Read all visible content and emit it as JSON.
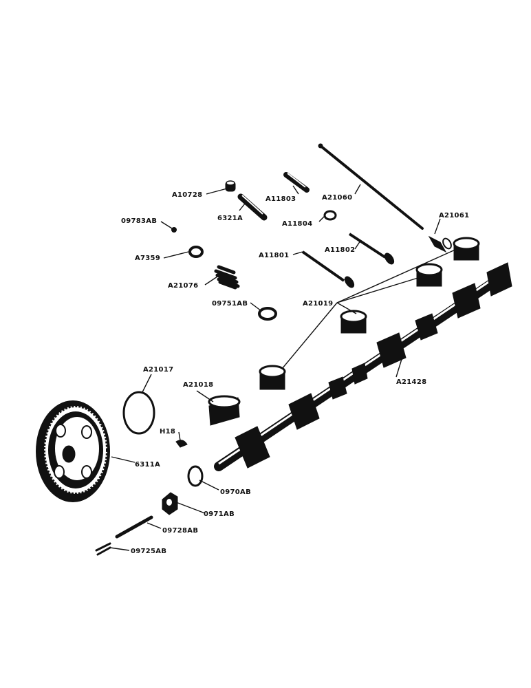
{
  "parts": [
    {
      "id": "a10728",
      "label": "A10728",
      "description": "valve lifter adjusting screw"
    },
    {
      "id": "6321a",
      "label": "6321A",
      "description": "valve lifter"
    },
    {
      "id": "09783ab",
      "label": "09783AB",
      "description": "pin"
    },
    {
      "id": "a7359",
      "label": "A7359",
      "description": "spring retainer"
    },
    {
      "id": "a21076",
      "label": "A21076",
      "description": "valve spring"
    },
    {
      "id": "09751ab",
      "label": "09751AB",
      "description": "washer"
    },
    {
      "id": "a11803",
      "label": "A11803",
      "description": "valve guide"
    },
    {
      "id": "a11804",
      "label": "A11804",
      "description": "ring"
    },
    {
      "id": "a21060",
      "label": "A21060",
      "description": "push rod"
    },
    {
      "id": "a21061",
      "label": "A21061",
      "description": "rod end"
    },
    {
      "id": "a11801",
      "label": "A11801",
      "description": "valve"
    },
    {
      "id": "a11802",
      "label": "A11802",
      "description": "valve"
    },
    {
      "id": "a21019",
      "label": "A21019",
      "description": "camshaft bearings"
    },
    {
      "id": "a21428",
      "label": "A21428",
      "description": "camshaft"
    },
    {
      "id": "a21017",
      "label": "A21017",
      "description": "thrust washer"
    },
    {
      "id": "a21018",
      "label": "A21018",
      "description": "front bearing"
    },
    {
      "id": "h18",
      "label": "H18",
      "description": "woodruff key"
    },
    {
      "id": "6311a",
      "label": "6311A",
      "description": "camshaft gear"
    },
    {
      "id": "0970ab",
      "label": "0970AB",
      "description": "washer"
    },
    {
      "id": "0971ab",
      "label": "0971AB",
      "description": "nut"
    },
    {
      "id": "09728ab",
      "label": "09728AB",
      "description": "stud"
    },
    {
      "id": "09725ab",
      "label": "09725AB",
      "description": "cotter pin"
    }
  ]
}
